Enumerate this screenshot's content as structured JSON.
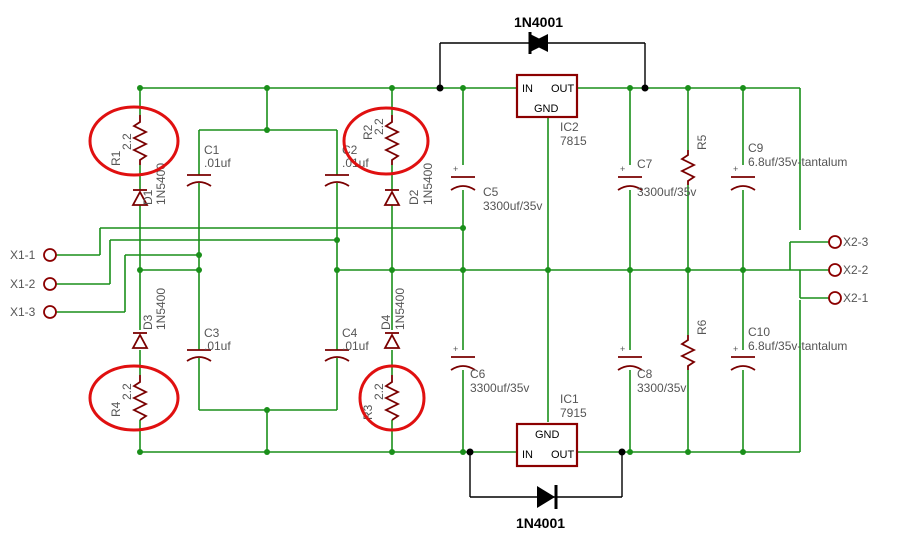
{
  "diodes_top": {
    "label": "1N4001"
  },
  "diodes_bottom": {
    "label": "1N4001"
  },
  "ic2": {
    "name": "IC2",
    "part": "7815",
    "in": "IN",
    "out": "OUT",
    "gnd": "GND"
  },
  "ic1": {
    "name": "IC1",
    "part": "7915",
    "in": "IN",
    "out": "OUT",
    "gnd": "GND"
  },
  "resistors": {
    "r1": {
      "name": "R1",
      "value": "2.2"
    },
    "r2": {
      "name": "R2",
      "value": "2.2"
    },
    "r3": {
      "name": "R3",
      "value": "2.2"
    },
    "r4": {
      "name": "R4",
      "value": "2.2"
    },
    "r5": {
      "name": "R5"
    },
    "r6": {
      "name": "R6"
    }
  },
  "rect_diodes": {
    "d1": {
      "name": "D1",
      "part": "1N5400"
    },
    "d2": {
      "name": "D2",
      "part": "1N5400"
    },
    "d3": {
      "name": "D3",
      "part": "1N5400"
    },
    "d4": {
      "name": "D4",
      "part": "1N5400"
    }
  },
  "capacitors": {
    "c1": {
      "name": "C1",
      "value": ".01uf"
    },
    "c2": {
      "name": "C2",
      "value": ".01uf"
    },
    "c3": {
      "name": "C3",
      "value": ".01uf"
    },
    "c4": {
      "name": "C4",
      "value": ".01uf"
    },
    "c5": {
      "name": "C5",
      "value": "3300uf/35v"
    },
    "c6": {
      "name": "C6",
      "value": "3300uf/35v"
    },
    "c7": {
      "name": "C7",
      "value": "3300uf/35v"
    },
    "c8": {
      "name": "C8",
      "value": "3300/35v"
    },
    "c9": {
      "name": "C9",
      "value": "6.8uf/35v-tantalum"
    },
    "c10": {
      "name": "C10",
      "value": "6.8uf/35v-tantalum"
    }
  },
  "connectors": {
    "x1_1": "X1-1",
    "x1_2": "X1-2",
    "x1_3": "X1-3",
    "x2_1": "X2-1",
    "x2_2": "X2-2",
    "x2_3": "X2-3"
  },
  "colors": {
    "wire": "#1a8f1a",
    "component": "#8b0000",
    "highlight": "#e01010"
  }
}
